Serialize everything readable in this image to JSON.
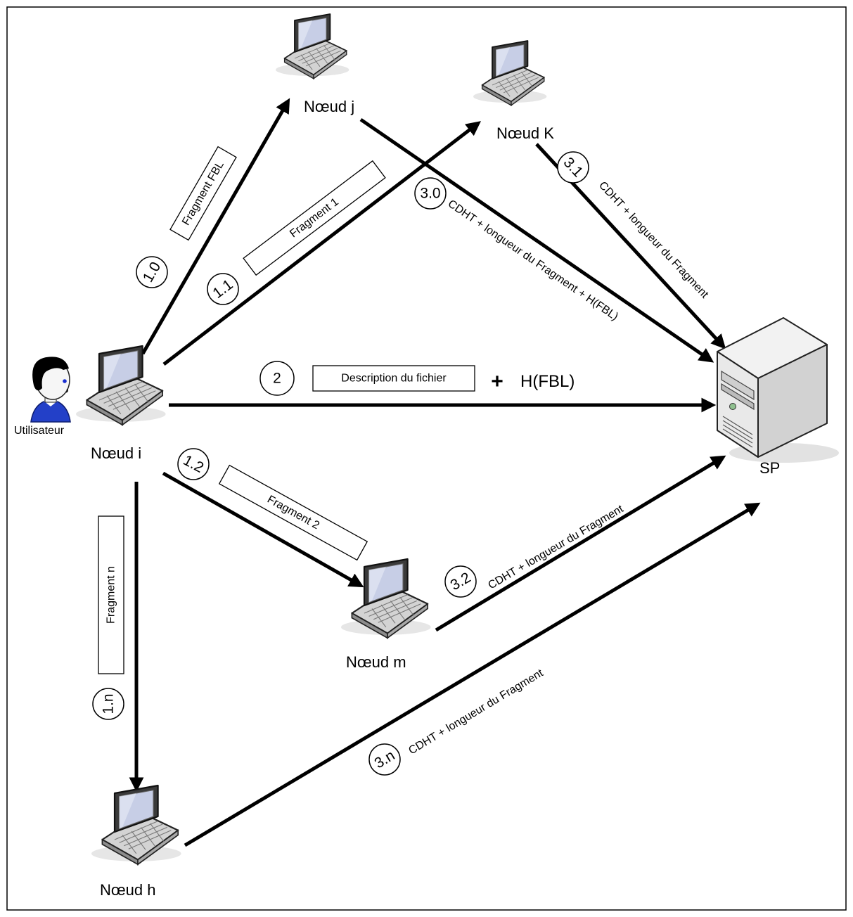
{
  "colors": {
    "line": "#000000",
    "laptop_body": "#cfcfcf",
    "laptop_screen": "#c7cee6",
    "server_body": "#eeeeee",
    "user_hair": "#000000",
    "user_eye": "#1a2fd0",
    "user_shirt": "#2340c8"
  },
  "icons": {
    "laptop": "laptop-icon",
    "server": "server-icon",
    "user": "user-icon"
  },
  "user": {
    "label": "Utilisateur"
  },
  "nodes": {
    "i": {
      "label": "Nœud i"
    },
    "j": {
      "label": "Nœud j"
    },
    "k": {
      "label": "Nœud K"
    },
    "m": {
      "label": "Nœud m"
    },
    "h": {
      "label": "Nœud h"
    },
    "sp": {
      "label": "SP"
    }
  },
  "edges": {
    "e10": {
      "step": "1.0",
      "text": "Fragment FBL"
    },
    "e11": {
      "step": "1.1",
      "text": "Fragment 1"
    },
    "e12": {
      "step": "1.2",
      "text": "Fragment 2"
    },
    "e1n": {
      "step": "1.n",
      "text": "Fragment n"
    },
    "e2": {
      "step": "2",
      "text": "Description du fichier",
      "plus": "+",
      "hash": "H(FBL)"
    },
    "e30": {
      "step": "3.0",
      "text": "CDHT + longueur du Fragment  +  H(FBL)"
    },
    "e31": {
      "step": "3.1",
      "text": "CDHT + longueur du Fragment"
    },
    "e32": {
      "step": "3.2",
      "text": "CDHT + longueur du Fragment"
    },
    "e3n": {
      "step": "3.n",
      "text": "CDHT + longueur du Fragment"
    }
  }
}
